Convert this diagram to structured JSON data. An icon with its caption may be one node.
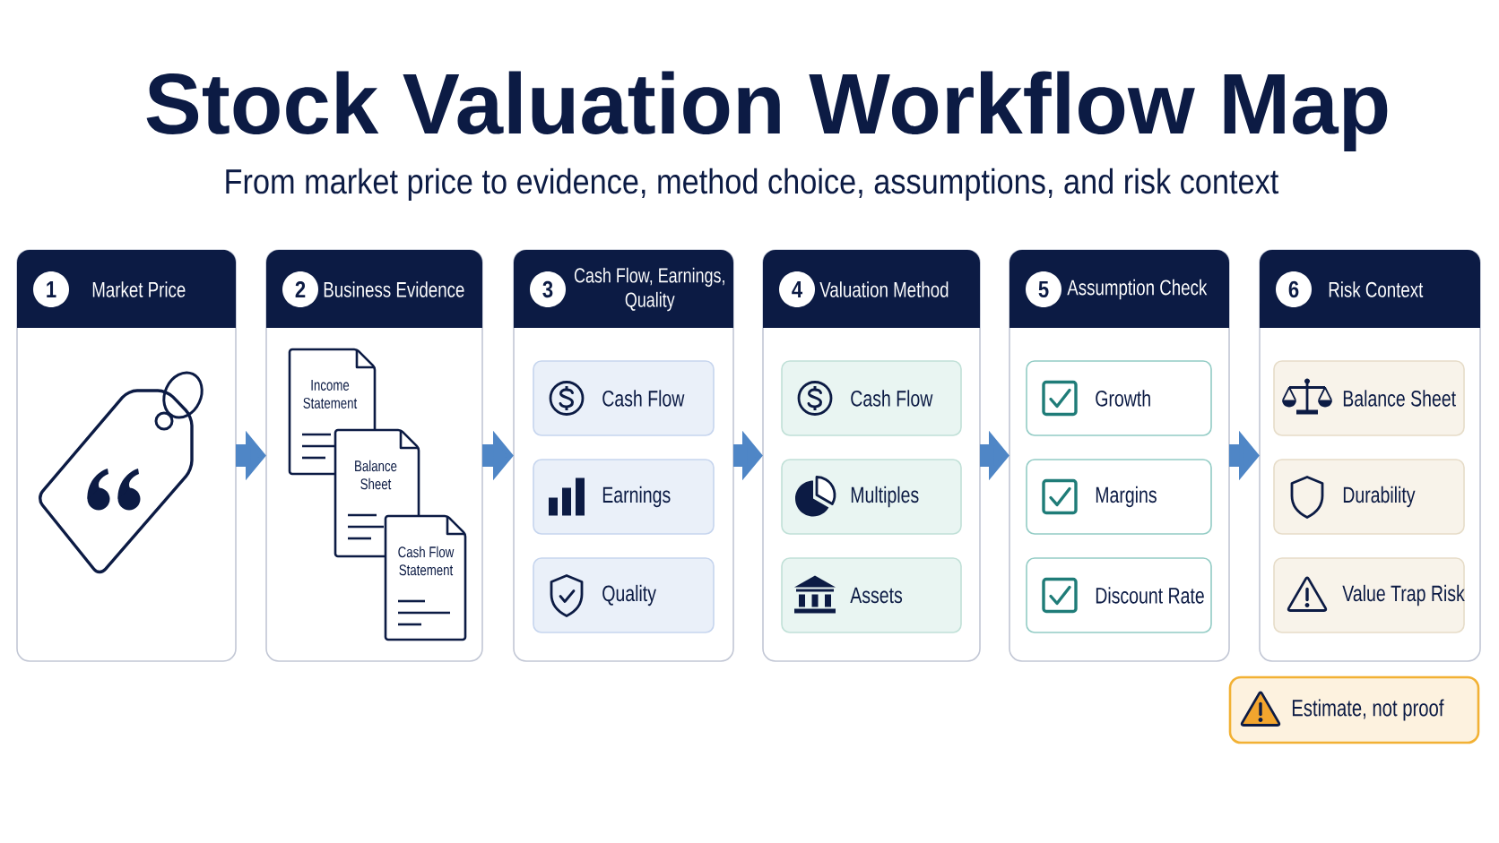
{
  "diagram": {
    "title": "Stock Valuation Workflow Map",
    "nodes": [
      {
        "text": [
          "1",
          "Market Price"
        ]
      },
      {
        "text": [
          "2",
          "Business Evidence"
        ]
      },
      {
        "text": [
          "Income Statement"
        ],
        "in": 1
      },
      {
        "text": [
          "Balance Sheet"
        ],
        "in": 1
      },
      {
        "text": [
          "Cash Flow Statement"
        ],
        "in": 1
      },
      {
        "text": [
          "3",
          "Cash Flow, Earnings, Quality"
        ]
      },
      {
        "text": [
          "Cash Flow"
        ],
        "in": 5
      },
      {
        "text": [
          "Earnings"
        ],
        "in": 5
      },
      {
        "text": [
          "Quality"
        ],
        "in": 5
      },
      {
        "text": [
          "4",
          "Valuation Method"
        ]
      },
      {
        "text": [
          "Cash Flow"
        ],
        "in": 9
      },
      {
        "text": [
          "Multiples"
        ],
        "in": 9
      },
      {
        "text": [
          "Assets"
        ],
        "in": 9
      },
      {
        "text": [
          "5",
          "Assumption Check"
        ]
      },
      {
        "text": [
          "Growth"
        ],
        "in": 13
      },
      {
        "text": [
          "Margins"
        ],
        "in": 13
      },
      {
        "text": [
          "Discount Rate"
        ],
        "in": 13
      },
      {
        "text": [
          "6",
          "Risk Context"
        ]
      },
      {
        "text": [
          "Balance Sheet"
        ],
        "in": 17
      },
      {
        "text": [
          "Durability"
        ],
        "in": 17
      },
      {
        "text": [
          "Value Trap Risk"
        ],
        "in": 17
      },
      {
        "text": [
          "Estimate, not proof"
        ]
      }
    ],
    "edges": [
      {
        "from": 0,
        "to": 1,
        "arrow": "to"
      },
      {
        "from": 1,
        "to": 5,
        "arrow": "to"
      },
      {
        "from": 5,
        "to": 9,
        "arrow": "to"
      },
      {
        "from": 9,
        "to": 13,
        "arrow": "to"
      },
      {
        "from": 13,
        "to": 17,
        "arrow": "to"
      }
    ],
    "labels": [
      "From market price to evidence, method choice, assumptions, and risk context"
    ]
  }
}
